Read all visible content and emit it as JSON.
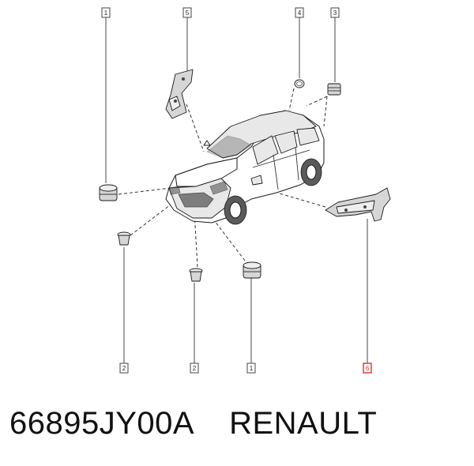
{
  "callouts": [
    {
      "id": "c1-top",
      "label": "1"
    },
    {
      "id": "c5",
      "label": "5"
    },
    {
      "id": "c4",
      "label": "4"
    },
    {
      "id": "c3",
      "label": "3"
    },
    {
      "id": "c2-left",
      "label": "2"
    },
    {
      "id": "c2-mid",
      "label": "2"
    },
    {
      "id": "c1-bottom",
      "label": "1"
    },
    {
      "id": "c6",
      "label": "6"
    }
  ],
  "caption": {
    "part_number": "66895JY00A",
    "brand": "RENAULT"
  },
  "colors": {
    "highlight": "#d9342b",
    "line": "#333333"
  }
}
